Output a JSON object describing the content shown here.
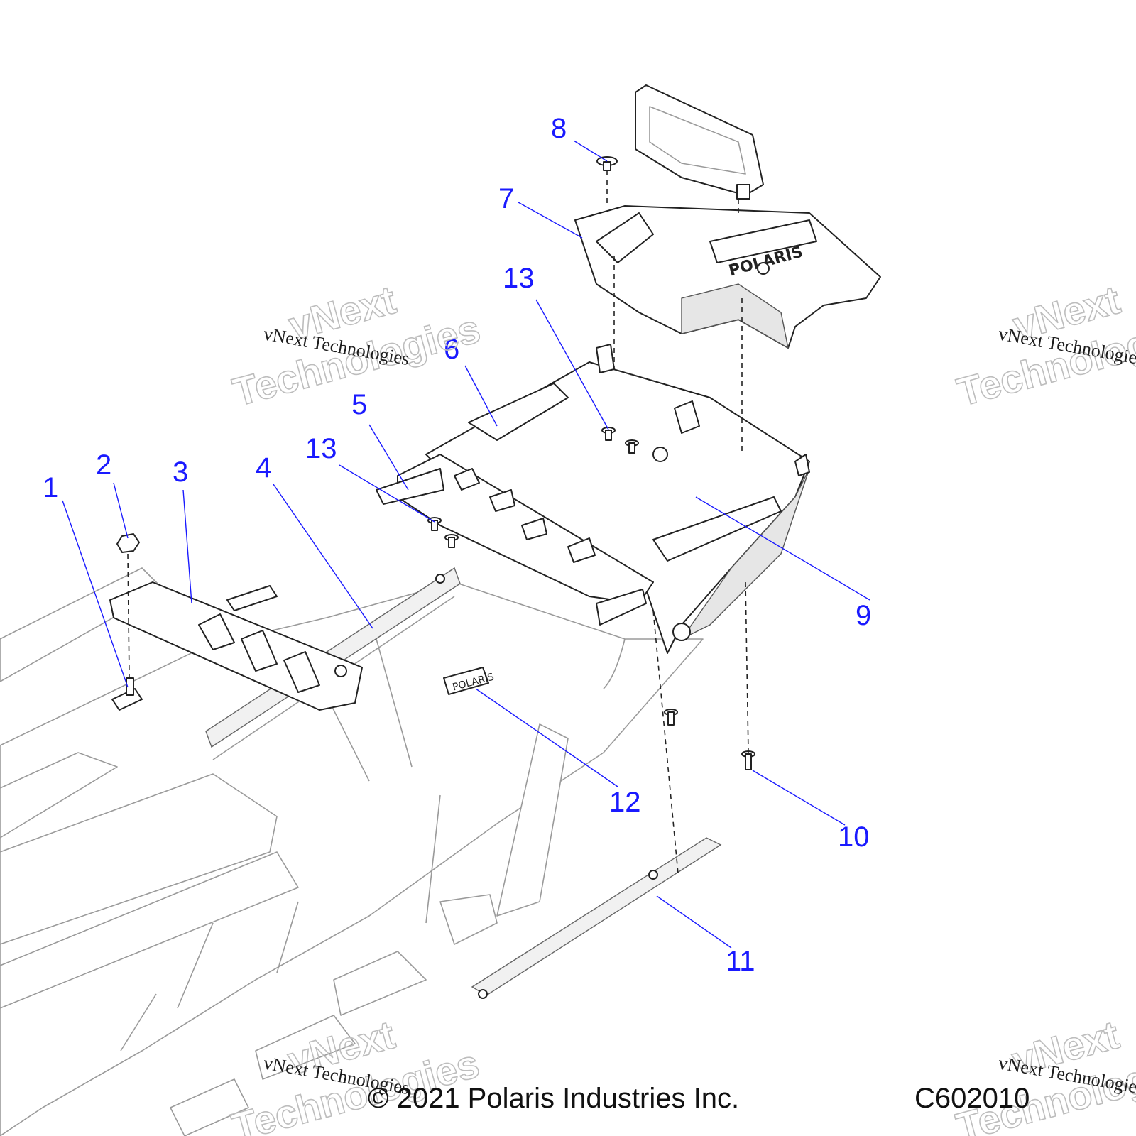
{
  "diagram": {
    "callouts": [
      {
        "label": "1"
      },
      {
        "label": "2"
      },
      {
        "label": "3"
      },
      {
        "label": "4"
      },
      {
        "label": "5"
      },
      {
        "label": "6"
      },
      {
        "label": "7"
      },
      {
        "label": "8"
      },
      {
        "label": "9"
      },
      {
        "label": "10"
      },
      {
        "label": "11"
      },
      {
        "label": "12"
      },
      {
        "label": "13"
      },
      {
        "label": "13"
      }
    ],
    "decals": {
      "brand": "POLARIS"
    },
    "watermark": {
      "brand_line_1": "vNext",
      "brand_line_2": "Technologies",
      "caption": "vNext Technologies"
    },
    "footer": {
      "copyright": "© 2021 Polaris Industries Inc.",
      "figure_code": "C602010"
    },
    "colors": {
      "callout": "#1a1aff",
      "line_art": "#222222",
      "watermark": "#bdbdbd"
    }
  }
}
